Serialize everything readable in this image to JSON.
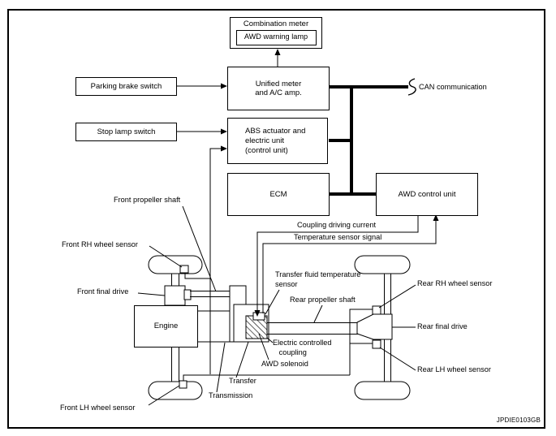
{
  "figure": {
    "code": "JPDIE0103GB"
  },
  "blocks": {
    "combination_meter": {
      "title": "Combination meter",
      "lamp": "AWD warning lamp"
    },
    "unified_meter": {
      "label": "Unified meter\nand A/C amp."
    },
    "parking_brake": {
      "label": "Parking brake switch"
    },
    "stop_lamp": {
      "label": "Stop lamp switch"
    },
    "abs": {
      "label": "ABS actuator and\nelectric unit\n(control unit)"
    },
    "ecm": {
      "label": "ECM"
    },
    "awd_control_unit": {
      "label": "AWD control unit"
    },
    "engine": {
      "label": "Engine"
    }
  },
  "signals": {
    "can": "CAN communication",
    "coupling_current": "Coupling driving current",
    "temp_signal": "Temperature sensor signal"
  },
  "vehicle_labels": {
    "front_propeller_shaft": "Front propeller shaft",
    "front_rh_wheel_sensor": "Front RH wheel sensor",
    "front_final_drive": "Front final drive",
    "front_lh_wheel_sensor": "Front LH wheel sensor",
    "transfer_fluid_temp_sensor": "Transfer fluid temperature\nsensor",
    "rear_propeller_shaft": "Rear propeller shaft",
    "electric_controlled_coupling": "Electric controlled\n   coupling",
    "awd_solenoid": "AWD solenoid",
    "transfer": "Transfer",
    "transmission": "Transmission",
    "rear_rh_wheel_sensor": "Rear RH wheel sensor",
    "rear_final_drive": "Rear final drive",
    "rear_lh_wheel_sensor": "Rear LH wheel sensor"
  },
  "colors": {
    "line": "#000000",
    "background": "#ffffff"
  }
}
